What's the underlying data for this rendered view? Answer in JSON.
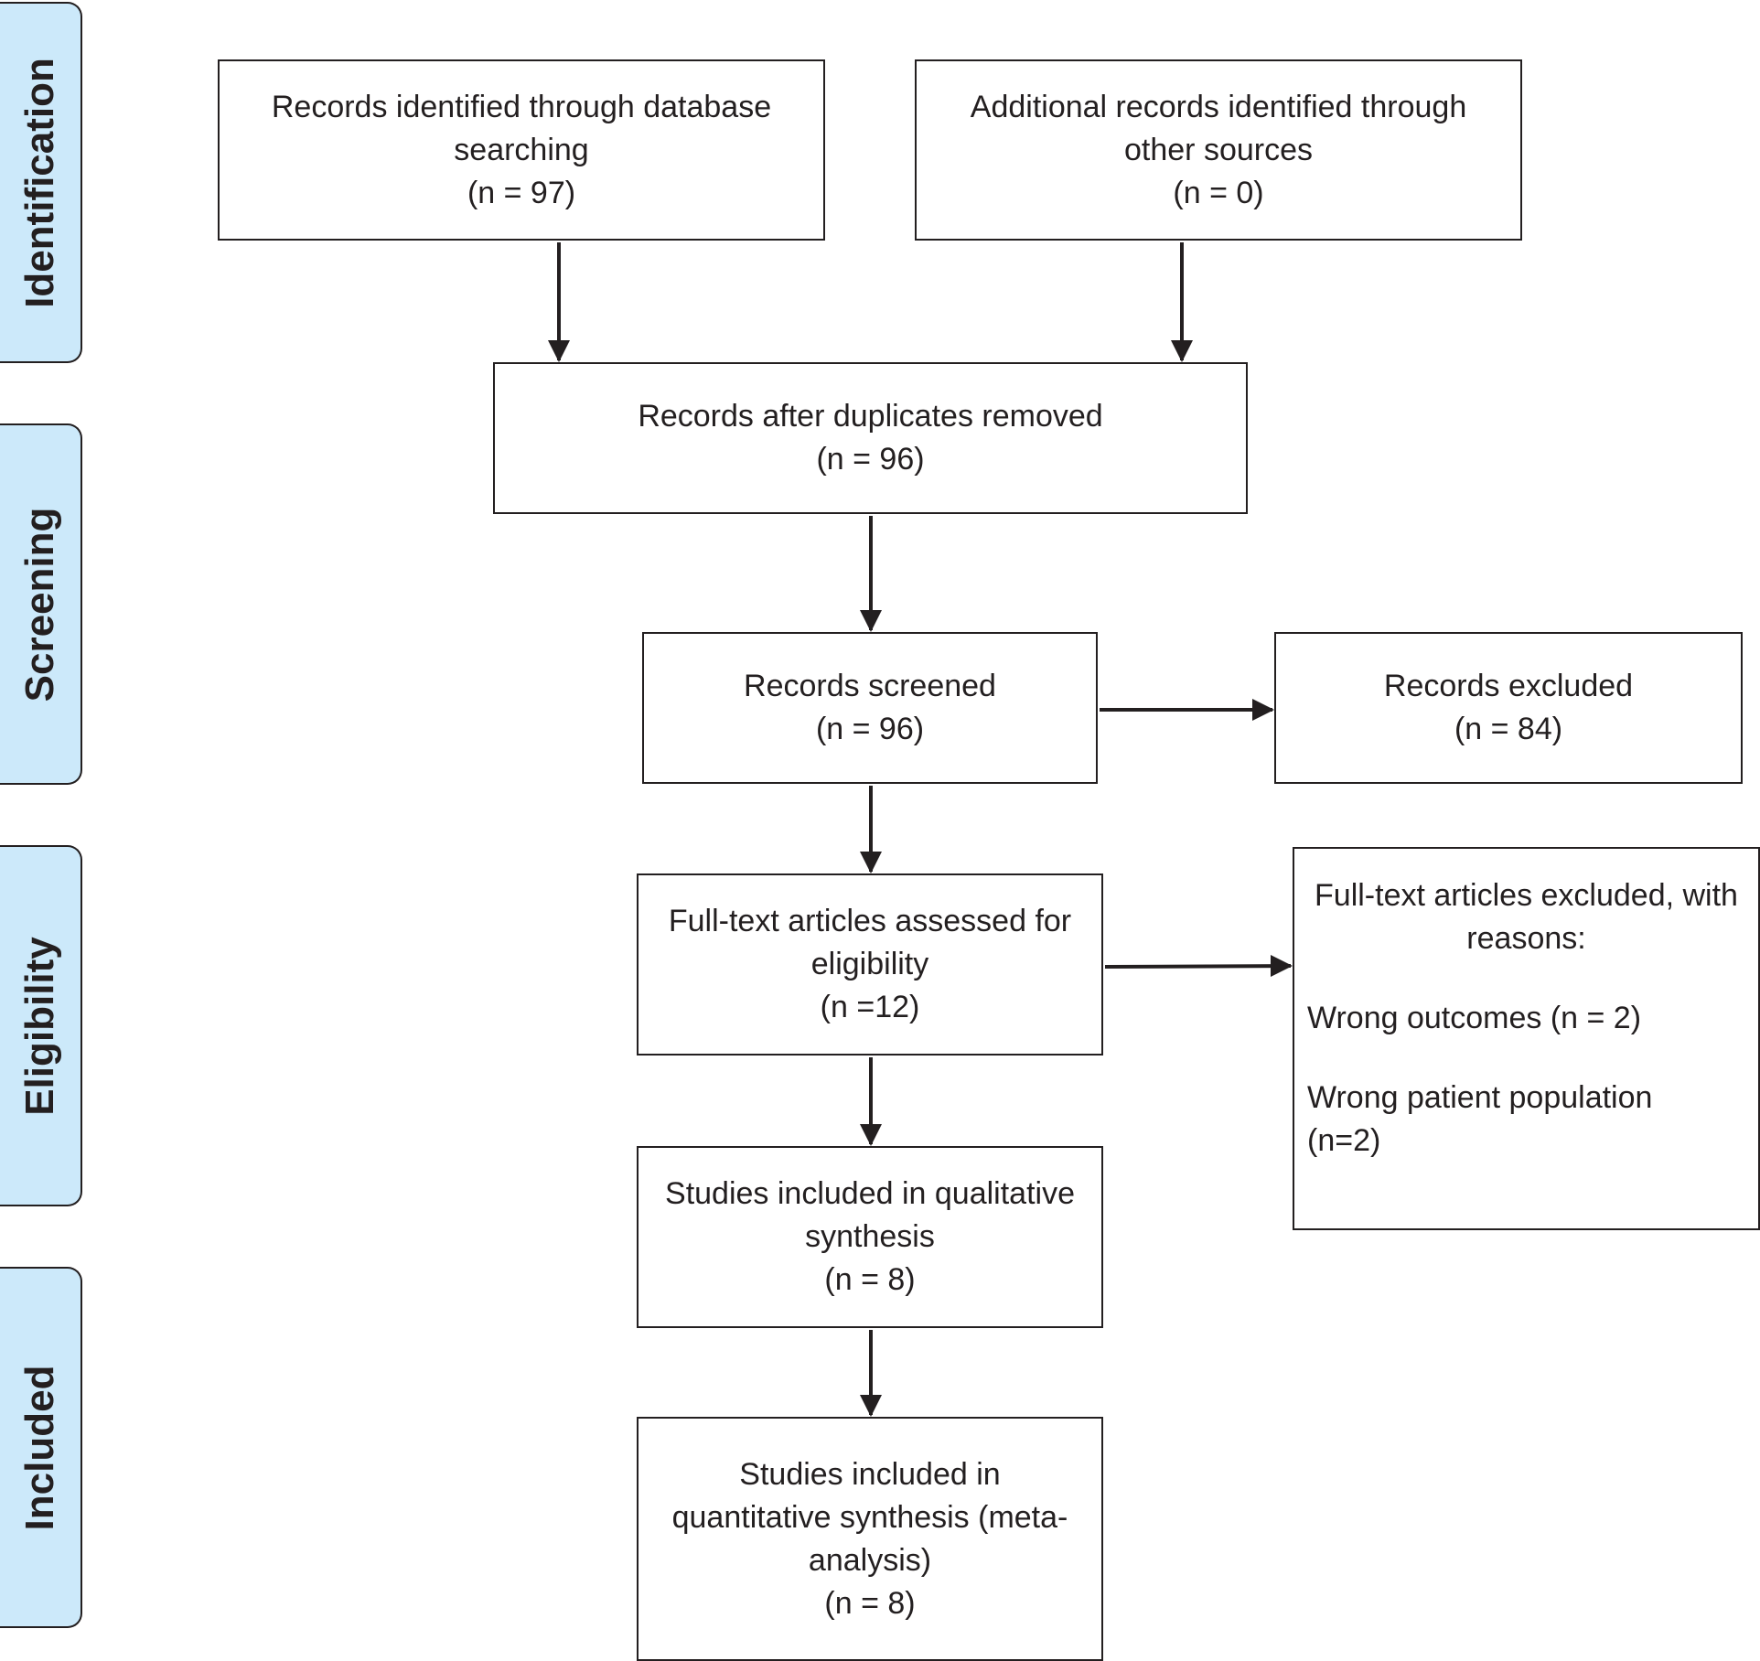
{
  "phases": {
    "identification": "Identification",
    "screening": "Screening",
    "eligibility": "Eligibility",
    "included": "Included"
  },
  "boxes": {
    "database_records": {
      "line1": "Records identified through database",
      "line2": "searching",
      "line3": "(n = 97)"
    },
    "other_sources": {
      "line1": "Additional records identified through",
      "line2": "other sources",
      "line3": "(n = 0)"
    },
    "duplicates_removed": {
      "line1": "Records after duplicates removed",
      "line2": "(n = 96)"
    },
    "screened": {
      "line1": "Records screened",
      "line2": "(n = 96)"
    },
    "excluded": {
      "line1": "Records excluded",
      "line2": "(n = 84)"
    },
    "fulltext_assessed": {
      "line1": "Full-text articles assessed for",
      "line2": "eligibility",
      "line3": "(n =12)"
    },
    "fulltext_excluded": {
      "line1": "Full-text articles excluded, with",
      "line2": "reasons:",
      "reason1": "Wrong outcomes (n = 2)",
      "reason2_line1": "Wrong patient population",
      "reason2_line2": "(n=2)"
    },
    "qualitative": {
      "line1": "Studies included in qualitative",
      "line2": "synthesis",
      "line3": "(n = 8)"
    },
    "quantitative": {
      "line1": "Studies included in",
      "line2": "quantitative synthesis (meta-",
      "line3": "analysis)",
      "line4": "(n = 8)"
    }
  }
}
